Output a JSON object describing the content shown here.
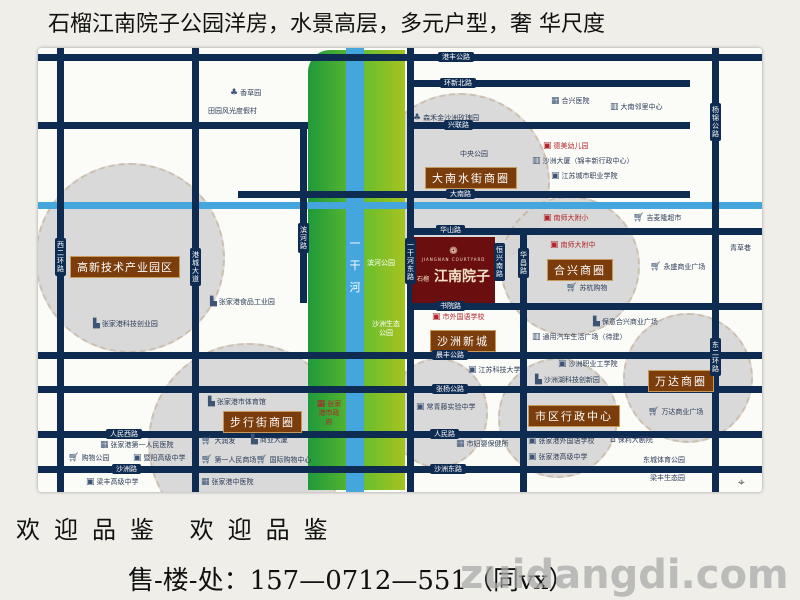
{
  "title": "石榴江南院子公园洋房，水景高层，多元户型，奢 华尺度",
  "colors": {
    "road": "#0e2b52",
    "river": "#45a6dd",
    "district_badge": "#7b3d0c",
    "project": "#6b0e10",
    "circle": "#d6d6d6",
    "park": "#3aa535"
  },
  "project": {
    "en": "JIANGNAN COURTYARD",
    "prefix": "石榴",
    "name": "江南院子"
  },
  "river_label": "一干河",
  "roads": {
    "gangfeng": "港丰公路",
    "huanxinbei": "环新北路",
    "xinglian": "兴联路",
    "danan": "大南路",
    "huashan": "华山路",
    "shuyuan": "书院路",
    "chenfeng": "晨丰公路",
    "zhangyang": "张杨公路",
    "renmin": "人民路",
    "renminxi": "人民西路",
    "shazhoudong": "沙洲东路",
    "shazhou": "沙洲路",
    "xierhuan": "西二环路",
    "gangcheng": "港城大道",
    "binhe": "滨河路",
    "yiganhedong": "一干河东路",
    "hengxingnan": "恒兴南路",
    "huachang": "华昌路",
    "yangjin": "杨锦公路",
    "dongerhuan": "东二环路"
  },
  "districts": [
    "高新技术产业园区",
    "大南水街商圈",
    "合兴商圈",
    "沙洲新城",
    "万达商圈",
    "市区行政中心",
    "步行街商圈"
  ],
  "pois": [
    "香草园",
    "田园风光度假村",
    "森禾金沙洲玫瑰园",
    "中央公园",
    "合兴医院",
    "大南邻里中心",
    "德美幼儿园",
    "沙洲大厦（锦丰新行政中心）",
    "江苏城市职业学院",
    "南师大附小",
    "吉麦隆超市",
    "南师大附中",
    "苏杭购物",
    "永盛商业广场",
    "青草巷",
    "市外国语学校",
    "保意合兴商业广场",
    "通用汽车生活广场（待建）",
    "沙洲职业工学院",
    "江苏科技大学",
    "沙洲湖科技创新园",
    "常青藤实验中学",
    "万达商业广场",
    "市妇婴保健所",
    "张家港外国语学校",
    "保利大剧院",
    "张家港高级中学",
    "东城体育公园",
    "梁丰生态园",
    "张家港科技创业园",
    "张家港食品工业园",
    "张家港市体育馆",
    "张家港市政府",
    "张家港第一人民医院",
    "购物公园",
    "暨阳高级中学",
    "梁丰高级中学",
    "大润发",
    "商业大厦",
    "第一人民商场",
    "国际购物中心",
    "张家港中医院",
    "滨河公园",
    "沙洲生态公园"
  ],
  "footer": {
    "welcome": "欢迎品鉴 欢迎品鉴",
    "sales": "售-楼-处：157—0712—551（同vx）",
    "watermark": "zuidangdi.com"
  }
}
